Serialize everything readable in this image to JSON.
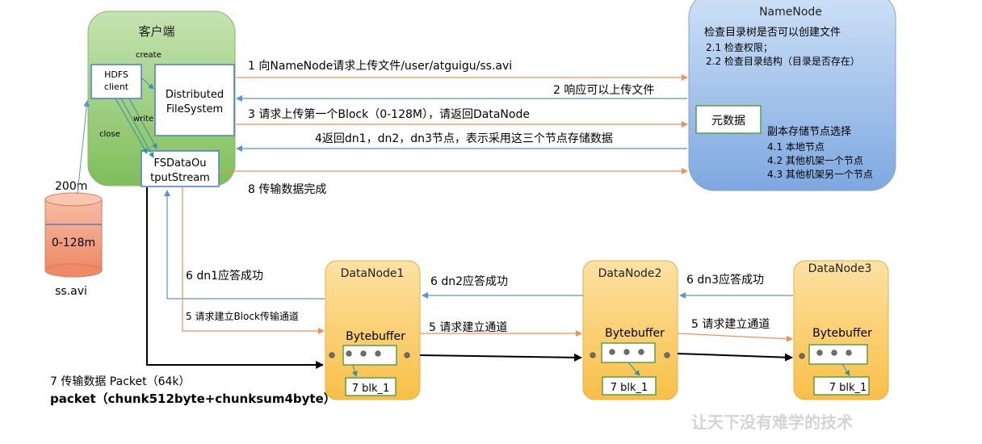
{
  "client": {
    "title": "客户端",
    "hdfs_client_line1": "HDFS",
    "hdfs_client_line2": "client",
    "dfs_line1": "Distributed",
    "dfs_line2": "FileSystem",
    "fsdos_line1": "FSDataOu",
    "fsdos_line2": "tputStream",
    "label_create": "create",
    "label_write": "write",
    "label_close": "close"
  },
  "file": {
    "size_total": "200m",
    "size_block": "0-128m",
    "name": "ss.avi"
  },
  "namenode": {
    "title": "NameNode",
    "check_line": "检查目录树是否可以创建文件",
    "check_2_1": "2.1 检查权限；",
    "check_2_2": "2.2 检查目录结构（目录是否存在）",
    "metadata_label": "元数据",
    "replica_title": "副本存储节点选择",
    "replica_4_1": "4.1 本地节点",
    "replica_4_2": "4.2 其他机架一个节点",
    "replica_4_3": "4.3 其他机架另一个节点"
  },
  "steps": {
    "s1": "1 向NameNode请求上传文件/user/atguigu/ss.avi",
    "s2": "2 响应可以上传文件",
    "s3": "3 请求上传第一个Block（0-128M），请返回DataNode",
    "s4": "4返回dn1，dn2，dn3节点，表示采用这三个节点存储数据",
    "s8": "8 传输数据完成",
    "s6_dn1": "6 dn1应答成功",
    "s6_dn2": "6 dn2应答成功",
    "s6_dn3": "6 dn3应答成功",
    "s5_client": "5 请求建立Block传输通道",
    "s5_dn12": "5 请求建立通道",
    "s5_dn23": "5 请求建立通道",
    "s7_line1": "7 传输数据 Packet（64k）",
    "s7_line2": "packet（chunk512byte+chunksum4byte）"
  },
  "datanodes": [
    {
      "title": "DataNode1",
      "buffer_label": "Bytebuffer",
      "block_label": "7 blk_1"
    },
    {
      "title": "DataNode2",
      "buffer_label": "Bytebuffer",
      "block_label": "7 blk_1"
    },
    {
      "title": "DataNode3",
      "buffer_label": "Bytebuffer",
      "block_label": "7 blk_1"
    }
  ],
  "watermark": "让天下没有难学的技术",
  "colors": {
    "client_fill": "#8dc76a",
    "namenode_fill": "#86b0e6",
    "datanode_fill": "#fbc85a",
    "file_fill": "#f4a384",
    "orange_arrow": "#f0915a",
    "blue_arrow": "#5b93cf",
    "component_border": "#4a7fc0",
    "buffer_border": "#5aa040"
  }
}
